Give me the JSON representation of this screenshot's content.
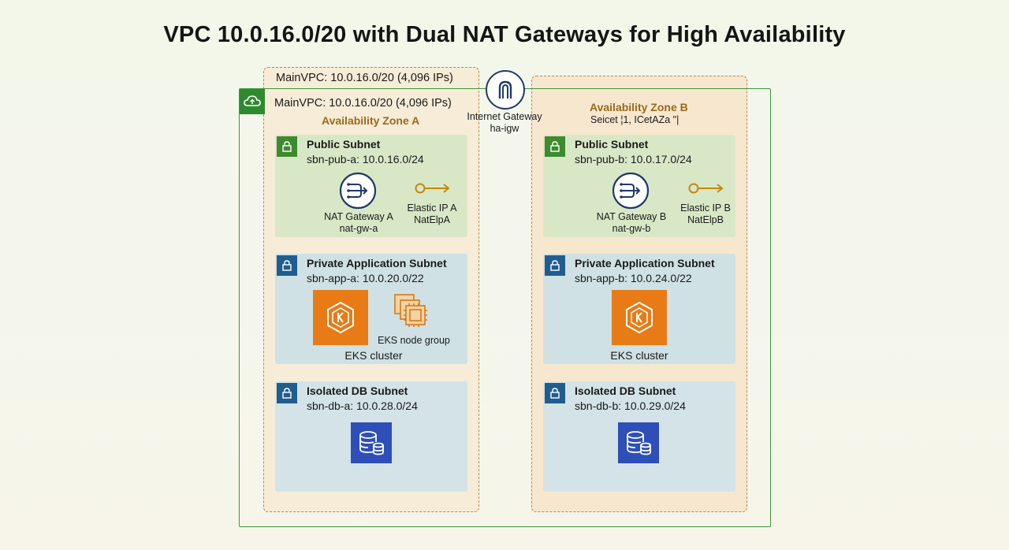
{
  "title": "VPC 10.0.16.0/20 with Dual NAT Gateways for High Availability",
  "vpc": {
    "label_outer": "MainVPC: 10.0.16.0/20 (4,096 IPs)",
    "label_inner": "MainVPC: 10.0.16.0/20 (4,096 IPs)",
    "icon": "vpc-cloud-icon",
    "border_color": "#3a9a3a"
  },
  "igw": {
    "name": "Internet Gateway",
    "id": "ha-igw",
    "icon": "internet-gateway-icon"
  },
  "zones": {
    "a": {
      "title": "Availability Zone A",
      "public": {
        "name": "Public Subnet",
        "cidr": "sbn-pub-a: 10.0.16.0/24"
      },
      "nat": {
        "name": "NAT Gateway A",
        "id": "nat-gw-a"
      },
      "eip": {
        "name": "Elastic IP A",
        "id": "NatElpA"
      },
      "private": {
        "name": "Private Application Subnet",
        "cidr": "sbn-app-a: 10.0.20.0/22"
      },
      "eks": "EKS cluster",
      "nodegroup": "EKS node group",
      "db": {
        "name": "Isolated DB Subnet",
        "cidr": "sbn-db-a: 10.0.28.0/24"
      }
    },
    "b": {
      "title": "Availability Zone B",
      "subtitle": "Seicet ¦1, ICetAZa \"|",
      "public": {
        "name": "Public Subnet",
        "cidr": "sbn-pub-b: 10.0.17.0/24"
      },
      "nat": {
        "name": "NAT Gateway B",
        "id": "nat-gw-b"
      },
      "eip": {
        "name": "Elastic IP B",
        "id": "NatElpB"
      },
      "private": {
        "name": "Private Application Subnet",
        "cidr": "sbn-app-b: 10.0.24.0/22"
      },
      "eks": "EKS cluster",
      "db": {
        "name": "Isolated DB Subnet",
        "cidr": "sbn-db-b: 10.0.29.0/24"
      }
    }
  },
  "colors": {
    "public_subnet": "#d8e8c6",
    "private_subnet": "#cfe1e4",
    "eks": "#e87b16",
    "db": "#2e4fb8",
    "az_label": "#9a6a1a"
  }
}
